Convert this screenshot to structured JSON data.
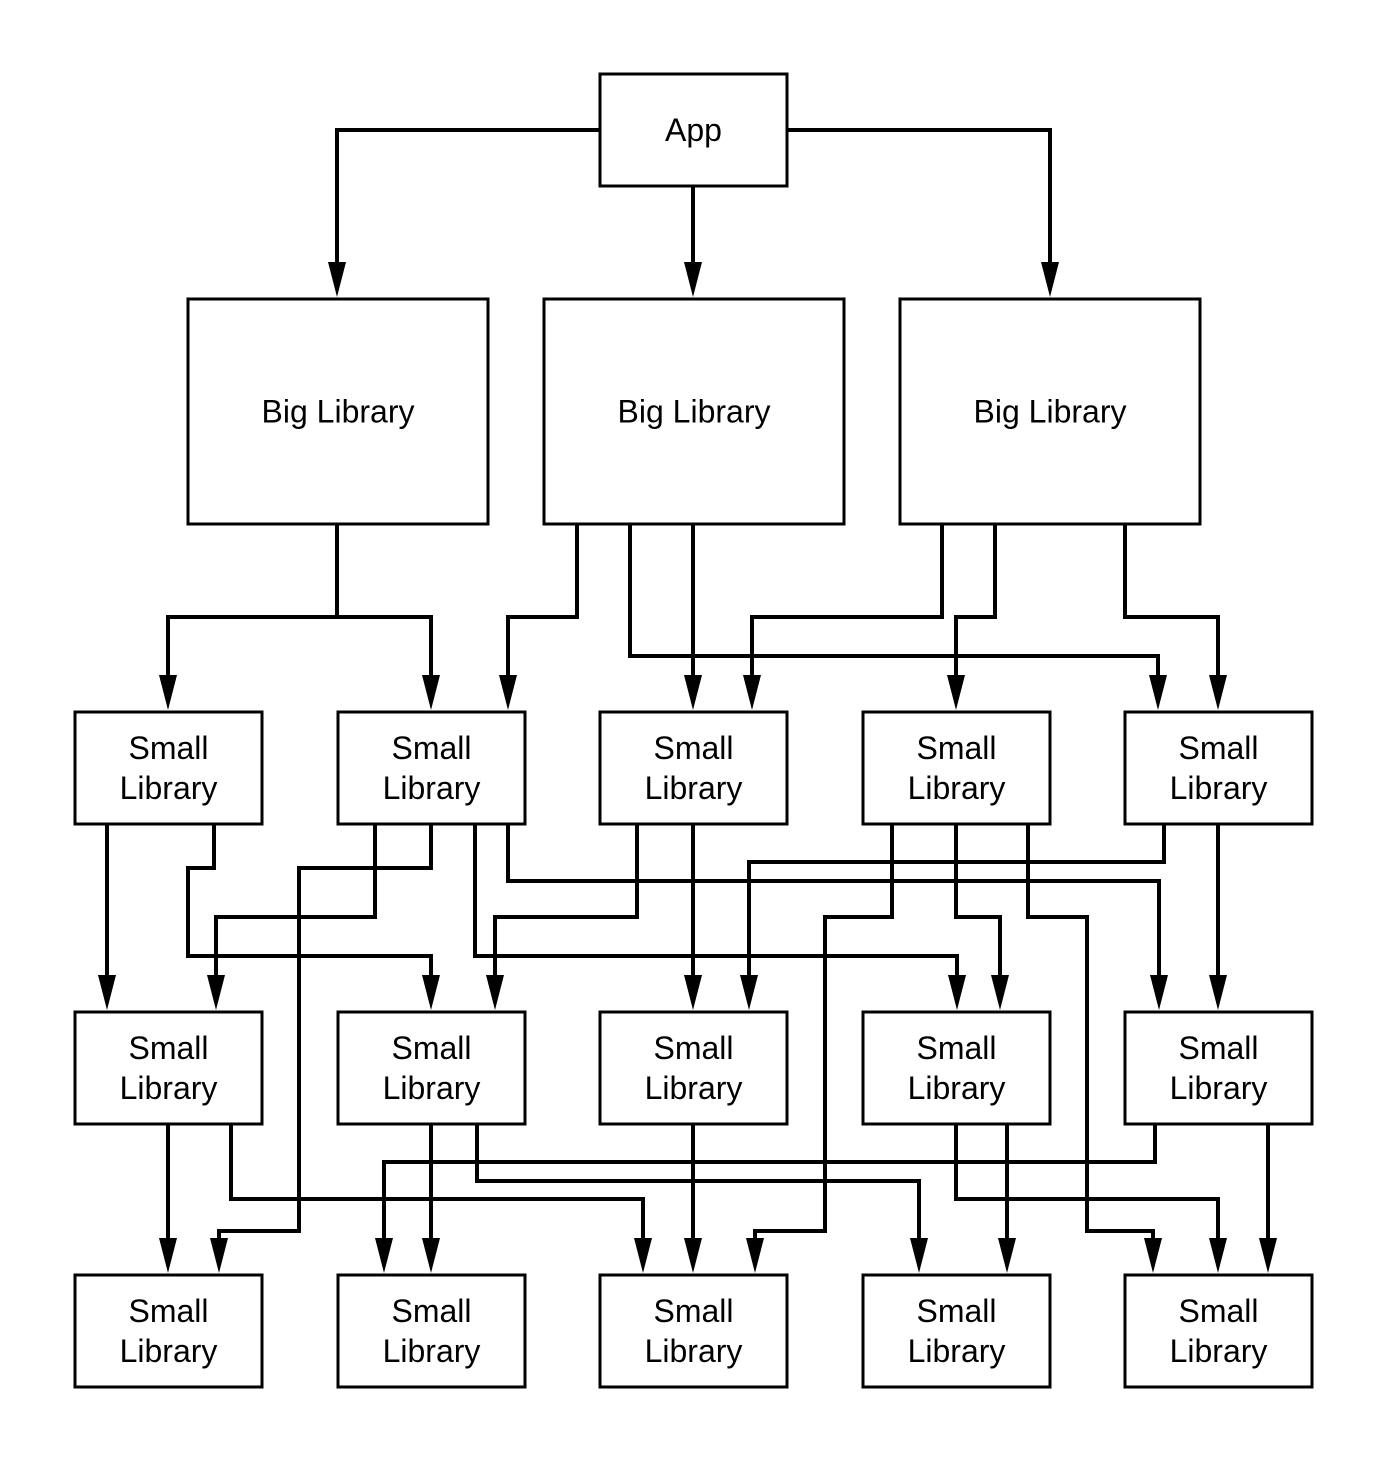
{
  "diagram": {
    "type": "dependency-graph",
    "colors": {
      "stroke": "#000000",
      "fill": "#ffffff",
      "text": "#000000"
    },
    "nodes": [
      {
        "id": "app",
        "label": [
          "App"
        ]
      },
      {
        "id": "big1",
        "label": [
          "Big Library"
        ]
      },
      {
        "id": "big2",
        "label": [
          "Big Library"
        ]
      },
      {
        "id": "big3",
        "label": [
          "Big Library"
        ]
      },
      {
        "id": "s1_1",
        "label": [
          "Small",
          "Library"
        ]
      },
      {
        "id": "s1_2",
        "label": [
          "Small",
          "Library"
        ]
      },
      {
        "id": "s1_3",
        "label": [
          "Small",
          "Library"
        ]
      },
      {
        "id": "s1_4",
        "label": [
          "Small",
          "Library"
        ]
      },
      {
        "id": "s1_5",
        "label": [
          "Small",
          "Library"
        ]
      },
      {
        "id": "s2_1",
        "label": [
          "Small",
          "Library"
        ]
      },
      {
        "id": "s2_2",
        "label": [
          "Small",
          "Library"
        ]
      },
      {
        "id": "s2_3",
        "label": [
          "Small",
          "Library"
        ]
      },
      {
        "id": "s2_4",
        "label": [
          "Small",
          "Library"
        ]
      },
      {
        "id": "s2_5",
        "label": [
          "Small",
          "Library"
        ]
      },
      {
        "id": "s3_1",
        "label": [
          "Small",
          "Library"
        ]
      },
      {
        "id": "s3_2",
        "label": [
          "Small",
          "Library"
        ]
      },
      {
        "id": "s3_3",
        "label": [
          "Small",
          "Library"
        ]
      },
      {
        "id": "s3_4",
        "label": [
          "Small",
          "Library"
        ]
      },
      {
        "id": "s3_5",
        "label": [
          "Small",
          "Library"
        ]
      }
    ],
    "edges": [
      {
        "from": "app",
        "to": "big1"
      },
      {
        "from": "app",
        "to": "big2"
      },
      {
        "from": "app",
        "to": "big3"
      },
      {
        "from": "big1",
        "to": "s1_1"
      },
      {
        "from": "big1",
        "to": "s1_2"
      },
      {
        "from": "big2",
        "to": "s1_2"
      },
      {
        "from": "big2",
        "to": "s1_3"
      },
      {
        "from": "big2",
        "to": "s1_5"
      },
      {
        "from": "big3",
        "to": "s1_3"
      },
      {
        "from": "big3",
        "to": "s1_4"
      },
      {
        "from": "big3",
        "to": "s1_5"
      },
      {
        "from": "s1_1",
        "to": "s2_1"
      },
      {
        "from": "s1_1",
        "to": "s2_2"
      },
      {
        "from": "s1_2",
        "to": "s3_1"
      },
      {
        "from": "s1_2",
        "to": "s2_1"
      },
      {
        "from": "s1_2",
        "to": "s2_4"
      },
      {
        "from": "s1_2",
        "to": "s2_5"
      },
      {
        "from": "s1_3",
        "to": "s2_2"
      },
      {
        "from": "s1_3",
        "to": "s2_3"
      },
      {
        "from": "s1_4",
        "to": "s3_3"
      },
      {
        "from": "s1_4",
        "to": "s2_4"
      },
      {
        "from": "s1_4",
        "to": "s3_5"
      },
      {
        "from": "s1_5",
        "to": "s2_3"
      },
      {
        "from": "s1_5",
        "to": "s2_5"
      },
      {
        "from": "s2_1",
        "to": "s3_1"
      },
      {
        "from": "s2_1",
        "to": "s3_3"
      },
      {
        "from": "s2_2",
        "to": "s3_2"
      },
      {
        "from": "s2_2",
        "to": "s3_4"
      },
      {
        "from": "s2_3",
        "to": "s3_3"
      },
      {
        "from": "s2_4",
        "to": "s3_4"
      },
      {
        "from": "s2_4",
        "to": "s3_5"
      },
      {
        "from": "s2_5",
        "to": "s3_2"
      },
      {
        "from": "s2_5",
        "to": "s3_5"
      }
    ]
  }
}
